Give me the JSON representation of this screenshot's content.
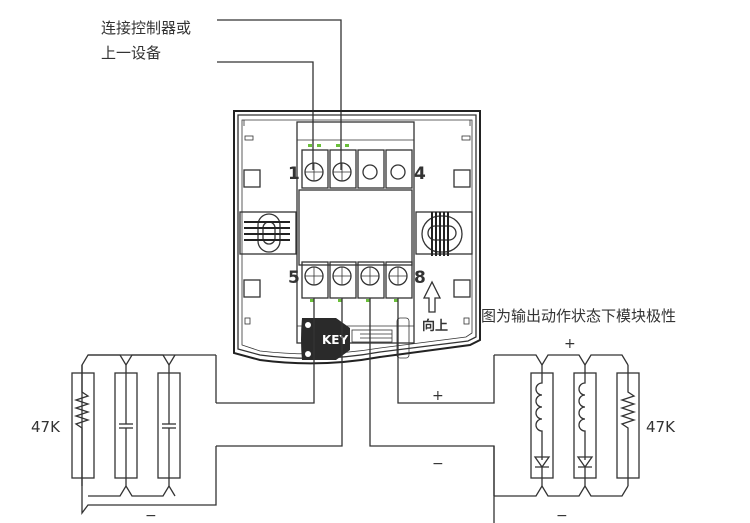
{
  "labels": {
    "connect_line1": "连接控制器或",
    "connect_line2": "上一设备",
    "output_note": "图为输出动作状态下模块极性",
    "up_text": "向上",
    "key_text": "KEY",
    "term1": "1",
    "term4": "4",
    "term5": "5",
    "term8": "8",
    "left_resistor": "47K",
    "right_resistor": "47K",
    "left_minus": "−",
    "right_plus_top": "+",
    "right_minus": "−",
    "wire_plus": "+",
    "wire_minus": "−"
  },
  "colors": {
    "line": "#333333",
    "led": "#6abf3a",
    "key": "#2a2a2a"
  }
}
